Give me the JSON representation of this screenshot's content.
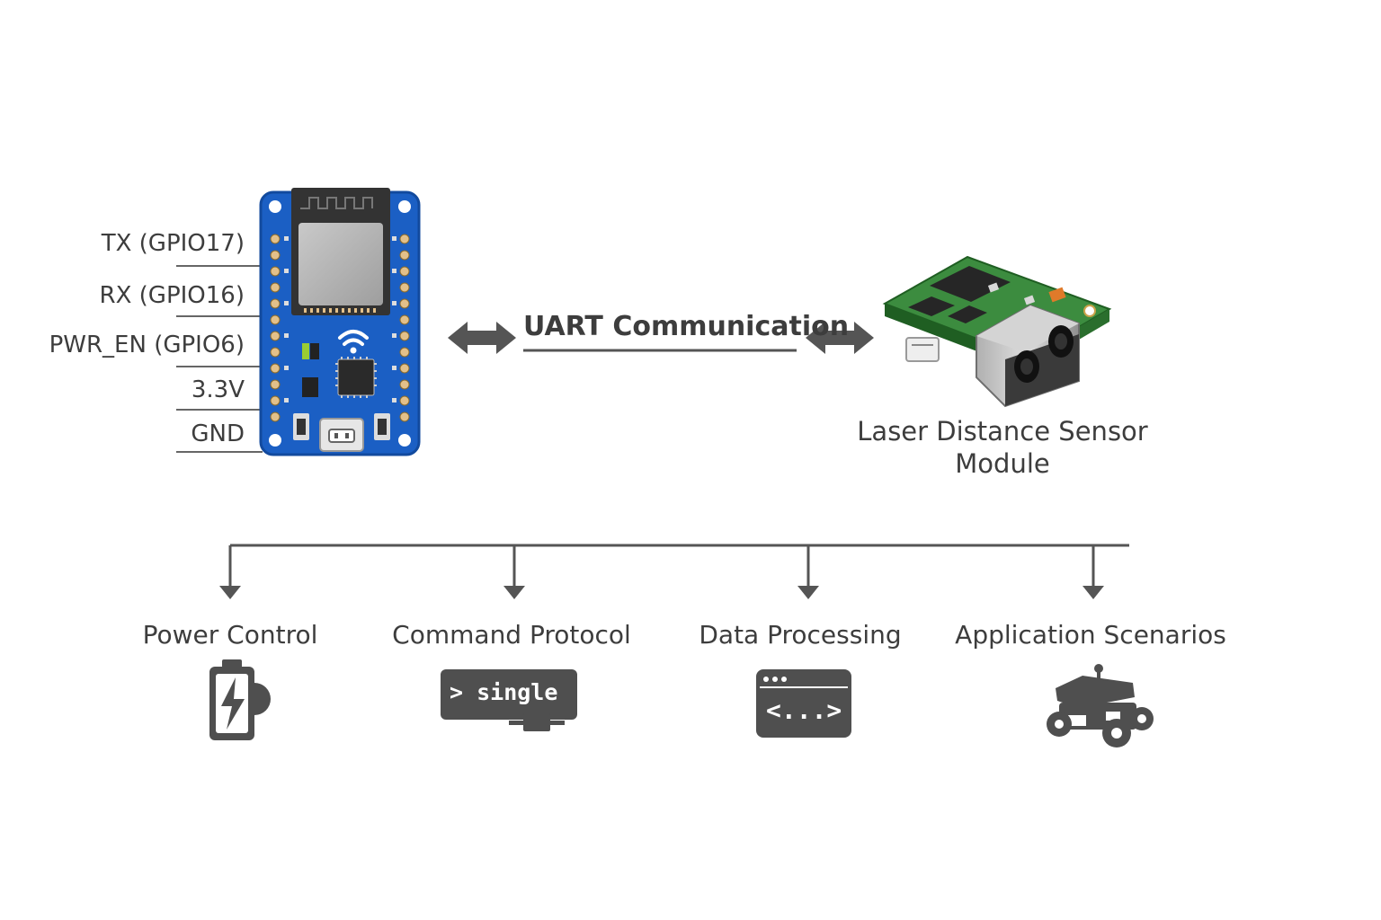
{
  "board": {
    "pins": [
      {
        "label": "TX (GPIO17)"
      },
      {
        "label": "RX (GPIO16)"
      },
      {
        "label": "PWR_EN (GPIO6)"
      },
      {
        "label": "3.3V"
      },
      {
        "label": "GND"
      }
    ],
    "colors": {
      "pcb": "#1b5fc4",
      "module": "#3b3b3b",
      "pads": "#e2c08a"
    }
  },
  "link": {
    "label": "UART Communication"
  },
  "sensor": {
    "label_line1": "Laser Distance Sensor",
    "label_line2": "Module",
    "pcb_color": "#2e7d32"
  },
  "categories": [
    {
      "label": "Power Control",
      "icon": "battery-charging-icon"
    },
    {
      "label": "Command Protocol",
      "icon": "terminal-icon",
      "icon_text": "> single"
    },
    {
      "label": "Data Processing",
      "icon": "code-window-icon",
      "icon_text": "<...>"
    },
    {
      "label": "Application Scenarios",
      "icon": "robot-car-icon"
    }
  ],
  "colors": {
    "line": "#555555",
    "text": "#3d3d3d",
    "icon": "#4f4f4f"
  }
}
